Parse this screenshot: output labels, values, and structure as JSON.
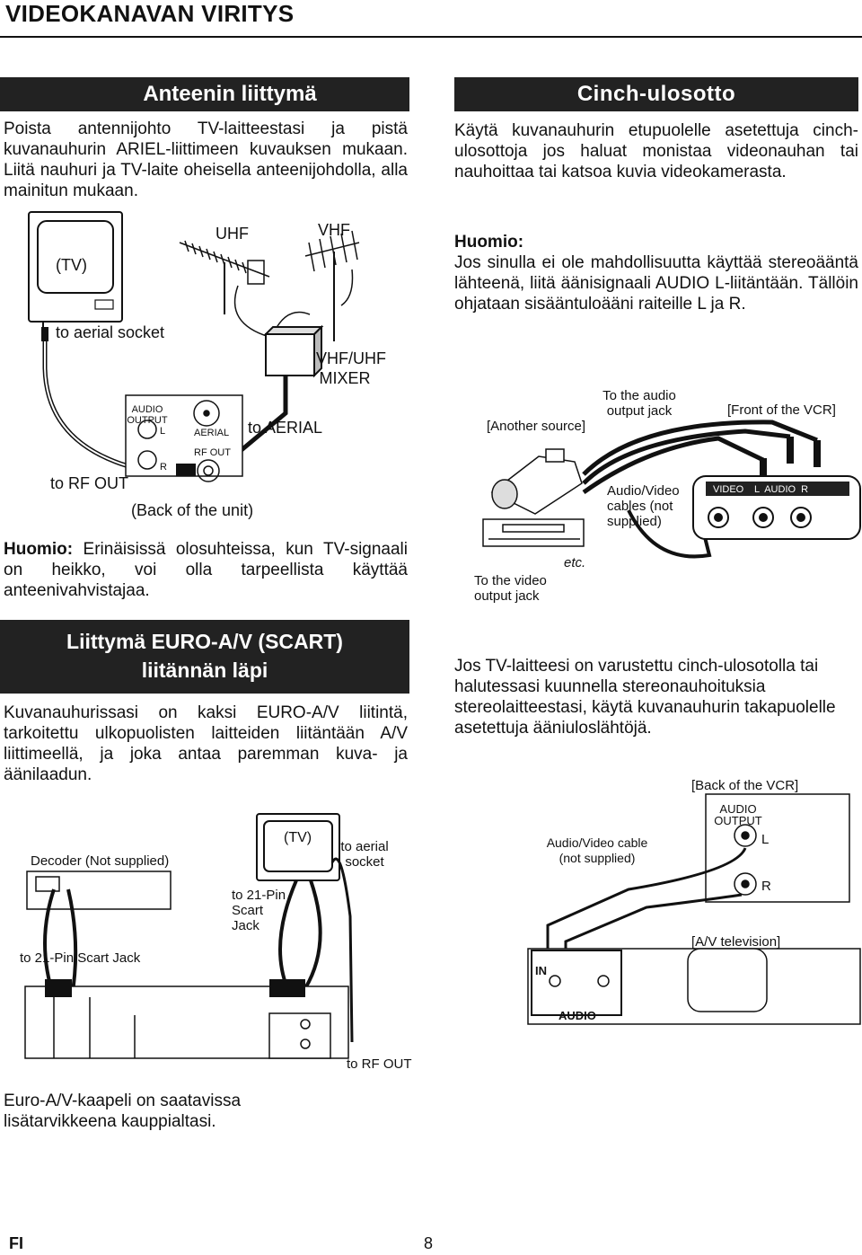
{
  "page_title": "VIDEOKANAVAN VIRITYS",
  "section_antenna": {
    "heading": "Anteenin liittymä",
    "body": "Poista antennijohto TV-laitteestasi ja pistä kuvanauhurin ARIEL-liittimeen kuvauksen mukaan. Liitä nauhuri ja TV-laite oheisella anteenijohdolla, alla mainitun mukaan.",
    "diagram": {
      "tv": "(TV)",
      "uhf": "UHF",
      "vhf": "VHF",
      "to_aerial_socket": "to aerial socket",
      "vhf_uhf_mixer": "VHF/UHF MIXER",
      "audio_output": "AUDIO OUTPUT",
      "l": "L",
      "r": "R",
      "aerial": "AERIAL",
      "rf_out_small": "RF OUT",
      "to_aerial": "to AERIAL",
      "to_rf_out": "to RF OUT",
      "back_of_unit": "(Back of the unit)"
    },
    "note_label": "Huomio:",
    "note": "Erinäisissä olosuhteissa, kun TV-signaali on heikko, voi olla tarpeellista käyttää anteenivahvistajaa."
  },
  "section_cinch": {
    "heading": "Cinch-ulosotto",
    "body": "Käytä kuvanauhurin etupuolelle asetettuja cinch-ulosottoja jos haluat monistaa videonauhan tai nauhoittaa tai katsoa kuvia videokamerasta.",
    "note_label": "Huomio:",
    "note": "Jos sinulla ei ole mahdollisuutta käyttää stereoääntä lähteenä, liitä äänisignaali AUDIO L-liitäntään. Tällöin ohjataan sisääntuloääni raiteille L ja R.",
    "diagram": {
      "to_audio_output_jack": "To the audio output jack",
      "another_source": "[Another source]",
      "front_of_vcr": "[Front of the VCR]",
      "av_cables": "Audio/Video cables (not supplied)",
      "video": "VIDEO",
      "l_audio_r": "L  AUDIO  R",
      "etc": "etc.",
      "to_video_output_jack": "To the video output jack"
    }
  },
  "section_scart": {
    "heading_line1": "Liittymä EURO-A/V (SCART)",
    "heading_line2": "liitännän läpi",
    "body": "Kuvanauhurissasi on kaksi EURO-A/V liitintä, tarkoitettu ulkopuolisten laitteiden liitäntään A/V liittimeellä, ja joka antaa paremman kuva- ja äänilaadun.",
    "diagram": {
      "decoder": "Decoder (Not supplied)",
      "tv": "(TV)",
      "to_aerial_socket": "to aerial socket",
      "to_21pin_scart_jack_tv": "to 21-Pin Scart Jack",
      "to_21pin_scart_jack": "to 21-Pin Scart Jack",
      "to_rf_out": "to RF OUT"
    },
    "footnote": "Euro-A/V-kaapeli on saatavissa lisätarvikkeena kauppialtasi."
  },
  "section_stereo": {
    "body": "Jos TV-laitteesi on varustettu cinch-ulosotolla tai halutessasi kuunnella stereonauhoituksia stereolaitteestasi, käytä kuvanauhurin takapuolelle asetettuja ääniuloslähtöjä.",
    "diagram": {
      "back_of_vcr": "[Back of the VCR]",
      "audio_output": "AUDIO OUTPUT",
      "l": "L",
      "r": "R",
      "av_cable": "Audio/Video cable (not supplied)",
      "av_television": "[A/V television]",
      "in": "IN",
      "audio": "AUDIO"
    }
  },
  "footer": {
    "language": "FI",
    "page_number": "8"
  }
}
